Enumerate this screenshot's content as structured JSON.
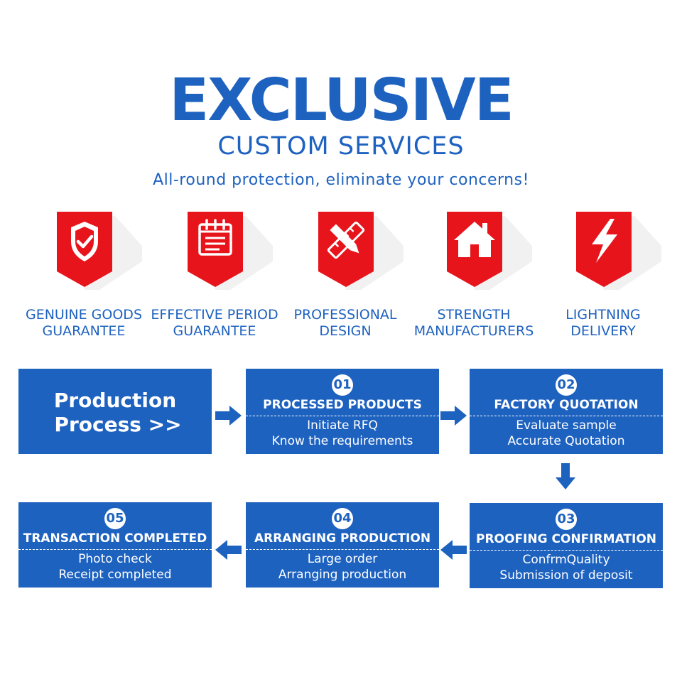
{
  "header": {
    "title": "EXCLUSIVE",
    "subtitle": "CUSTOM SERVICES",
    "tagline": "All-round protection,  eliminate your concerns!"
  },
  "features": [
    {
      "icon": "shield-check-icon",
      "line1": "GENUINE GOODS",
      "line2": "GUARANTEE"
    },
    {
      "icon": "calendar-icon",
      "line1": "EFFECTIVE PERIOD",
      "line2": "GUARANTEE"
    },
    {
      "icon": "ruler-pencil-icon",
      "line1": "PROFESSIONAL",
      "line2": "DESIGN"
    },
    {
      "icon": "house-icon",
      "line1": "STRENGTH",
      "line2": "MANUFACTURERS"
    },
    {
      "icon": "lightning-icon",
      "line1": "LIGHTNING",
      "line2": "DELIVERY"
    }
  ],
  "process": {
    "label_line1": "Production",
    "label_line2": "Process  >>",
    "steps": [
      {
        "num": "01",
        "title": "PROCESSED PRODUCTS",
        "line1": "Initiate RFQ",
        "line2": "Know the requirements"
      },
      {
        "num": "02",
        "title": "FACTORY QUOTATION",
        "line1": "Evaluate sample",
        "line2": "Accurate Quotation"
      },
      {
        "num": "03",
        "title": "PROOFING CONFIRMATION",
        "line1": "ConfrmQuality",
        "line2": "Submission of deposit"
      },
      {
        "num": "04",
        "title": "ARRANGING PRODUCTION",
        "line1": "Large order",
        "line2": "Arranging production"
      },
      {
        "num": "05",
        "title": "TRANSACTION COMPLETED",
        "line1": "Photo check",
        "line2": "Receipt completed"
      }
    ]
  },
  "colors": {
    "brand_blue": "#1e62c0",
    "badge_red": "#e8141b",
    "text_white": "#ffffff"
  }
}
